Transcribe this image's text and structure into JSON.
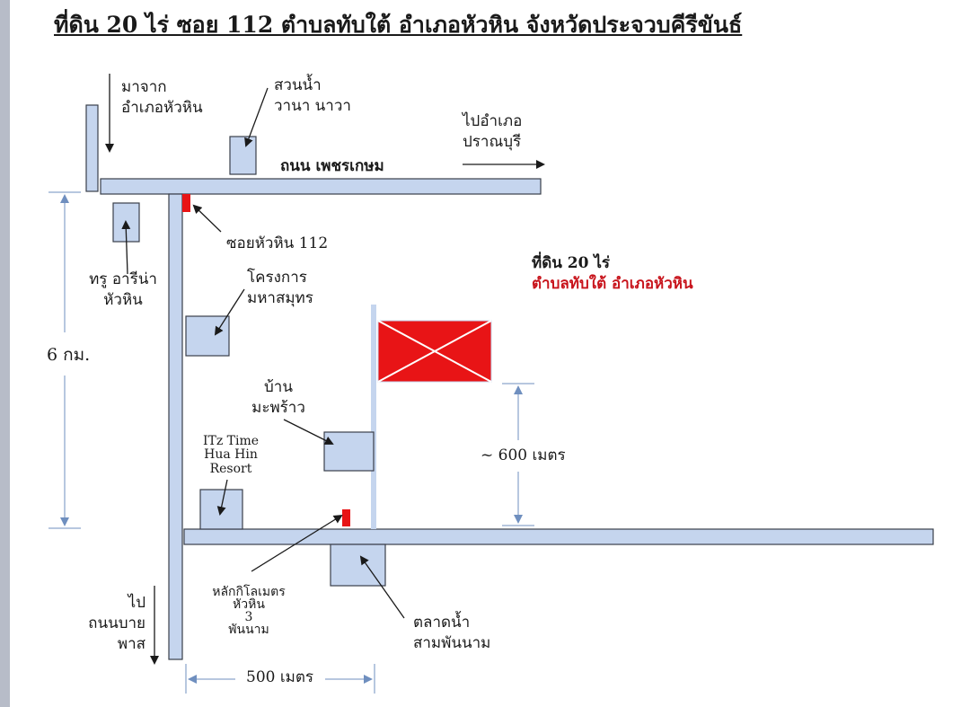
{
  "title": "ที่ดิน 20 ไร่ ซอย 112 ตำบลทับใต้ อำเภอหัวหิน จังหวัดประจวบคีรีขันธ์",
  "labels": {
    "from_line1": "มาจาก",
    "from_line2": "อำเภอหัวหิน",
    "park_line1": "สวนน้ำ",
    "park_line2": "วานา นาวา",
    "to_line1": "ไปอำเภอ",
    "to_line2": "ปราณบุรี",
    "main_road": "ถนน เพชรเกษม",
    "soi": "ซอยหัวหิน 112",
    "true_line1": "ทรู อารีน่า",
    "true_line2": "หัวหิน",
    "project_line1": "โครงการ",
    "project_line2": "มหาสมุทร",
    "land_line1": "ที่ดิน 20 ไร่",
    "land_line2": "ตำบลทับใต้ อำเภอหัวหิน",
    "distance_6km": "6 กม.",
    "baan_line1": "บ้าน",
    "baan_line2": "มะพร้าว",
    "itz_line1": "ITz Time",
    "itz_line2": "Hua Hin",
    "itz_line3": "Resort",
    "distance_600m": "~ 600 เมตร",
    "km_line1": "หลักกิโลเมตร",
    "km_line2": "หัวหิน",
    "km_line3": "3",
    "km_line4": "พันนาม",
    "market_line1": "ตลาดน้ำ",
    "market_line2": "สามพันนาม",
    "bypass_line1": "ไป",
    "bypass_line2": "ถนนบาย",
    "bypass_line3": "พาส",
    "distance_500m": "500 เมตร"
  },
  "colors": {
    "road_fill": "#c5d5ee",
    "road_stroke": "#3a3f4a",
    "building_fill": "#c5d5ee",
    "marker_red": "#e81416",
    "label_red": "#c8141c",
    "dimension_line": "#6f8fbf"
  }
}
